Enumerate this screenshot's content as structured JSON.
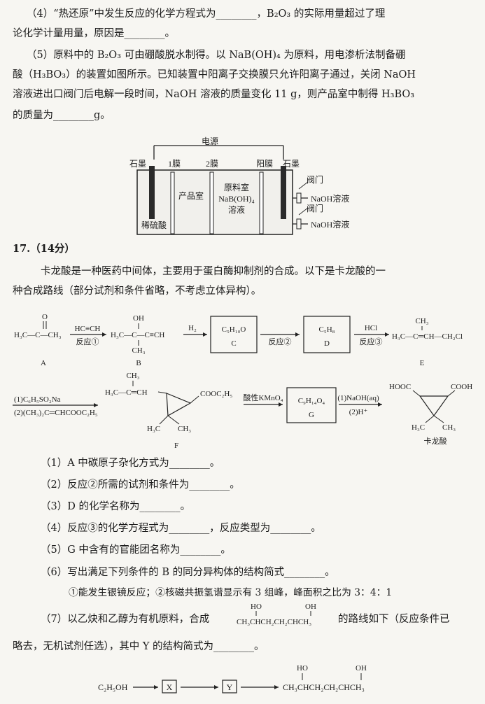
{
  "q16": {
    "p4_line1": "（4）“热还原”中发生反应的化学方程式为________，B₂O₃ 的实际用量超过了理",
    "p4_line2": "论化学计量用量，原因是________。",
    "p5_line1": "（5）原料中的 B₂O₃ 可由硼酸脱水制得。以 NaB(OH)₄ 为原料，用电渗析法制备硼",
    "p5_line2": "酸（H₃BO₃）的装置如图所示。已知装置中阳离子交换膜只允许阳离子通过，关闭 NaOH",
    "p5_line3": "溶液进出口阀门后电解一段时间，NaOH 溶液的质量变化 11 g，则产品室中制得 H₃BO₃",
    "p5_line4": "的质量为________g。"
  },
  "apparatus": {
    "power": "电源",
    "graphite_left": "石墨",
    "membrane1": "1膜",
    "membrane2": "2膜",
    "cation_membrane": "阳膜",
    "graphite_right": "石墨",
    "product_room": "产品室",
    "feed_room": [
      "原料室",
      "NaB(OH)₄",
      "溶液"
    ],
    "dilute_acid": "稀硫酸",
    "valve": "阀门",
    "naoh_solution": "NaOH溶液"
  },
  "q17": {
    "header": "17.（14分）",
    "intro_line1": "卡龙酸是一种医药中间体，主要用于蛋白酶抑制剂的合成。以下是卡龙酸的一",
    "intro_line2": "种合成路线（部分试剂和条件省略，不考虑立体异构）。",
    "route1": {
      "A_formula": "H₃C—C—CH₃",
      "A_O": "O",
      "A_label": "A",
      "reagent1": "HC≡CH",
      "cond1": "反应①",
      "B_OH": "OH",
      "B_main": "H₃C—C—C≡CH",
      "B_CH3": "CH₃",
      "B_label": "B",
      "reagent2": "H₂",
      "C_formula": "C₅H₁₀O",
      "C_label": "C",
      "cond2": "反应②",
      "D_formula": "C₅H₈",
      "D_label": "D",
      "reagent3": "HCl",
      "cond3": "反应③",
      "E_CH3": "CH₃",
      "E_main": "H₃C—C═CH—CH₂Cl",
      "E_label": "E"
    },
    "route2": {
      "reagent4a": "(1)C₆H₅SO₂Na",
      "reagent4b": "(2)(CH₃)₂C═CHCOOC₂H₅",
      "F_CH3": "CH₃",
      "F_left": "H₃C—C═CH",
      "F_ester": "COOC₂H₅",
      "F_H3C": "H₃C",
      "F_CH3b": "CH₃",
      "F_label": "F",
      "reagent5": "酸性KMnO₄",
      "G_formula": "C₉H₁₄O₄",
      "G_label": "G",
      "reagent6a": "(1)NaOH(aq)",
      "reagent6b": "(2)H⁺",
      "K_HOOC": "HOOC",
      "K_COOH": "COOH",
      "K_H3C": "H₃C",
      "K_CH3": "CH₃",
      "K_label": "卡龙酸"
    },
    "sub1": "（1）A 中碳原子杂化方式为________。",
    "sub2": "（2）反应②所需的试剂和条件为________。",
    "sub3": "（3）D 的化学名称为________。",
    "sub4": "（4）反应③的化学方程式为________，反应类型为________。",
    "sub5": "（5）G 中含有的官能团名称为________。",
    "sub6": "（6）写出满足下列条件的 B 的同分异构体的结构简式________。",
    "sub6_cond": "①能发生银镜反应；②核磁共振氢谱显示有 3 组峰，峰面积之比为 3：4：1",
    "sub7_a": "（7）以乙炔和乙醇为有机原料，合成",
    "sub7_b": "的路线如下（反应条件已",
    "sub7_line2": "略去，无机试剂任选），其中 Y 的结构简式为________。",
    "target_OH1": "HO",
    "target_OH2": "OH",
    "target_main": "CH₃CHCH₂CH₂CHCH₃",
    "route7_start": "C₂H₅OH",
    "route7_X": "X",
    "route7_Y": "Y",
    "route7_end": "CH₃CHCH₂CH₂CHCH₃",
    "route7_HO": "HO",
    "route7_OH": "OH"
  }
}
